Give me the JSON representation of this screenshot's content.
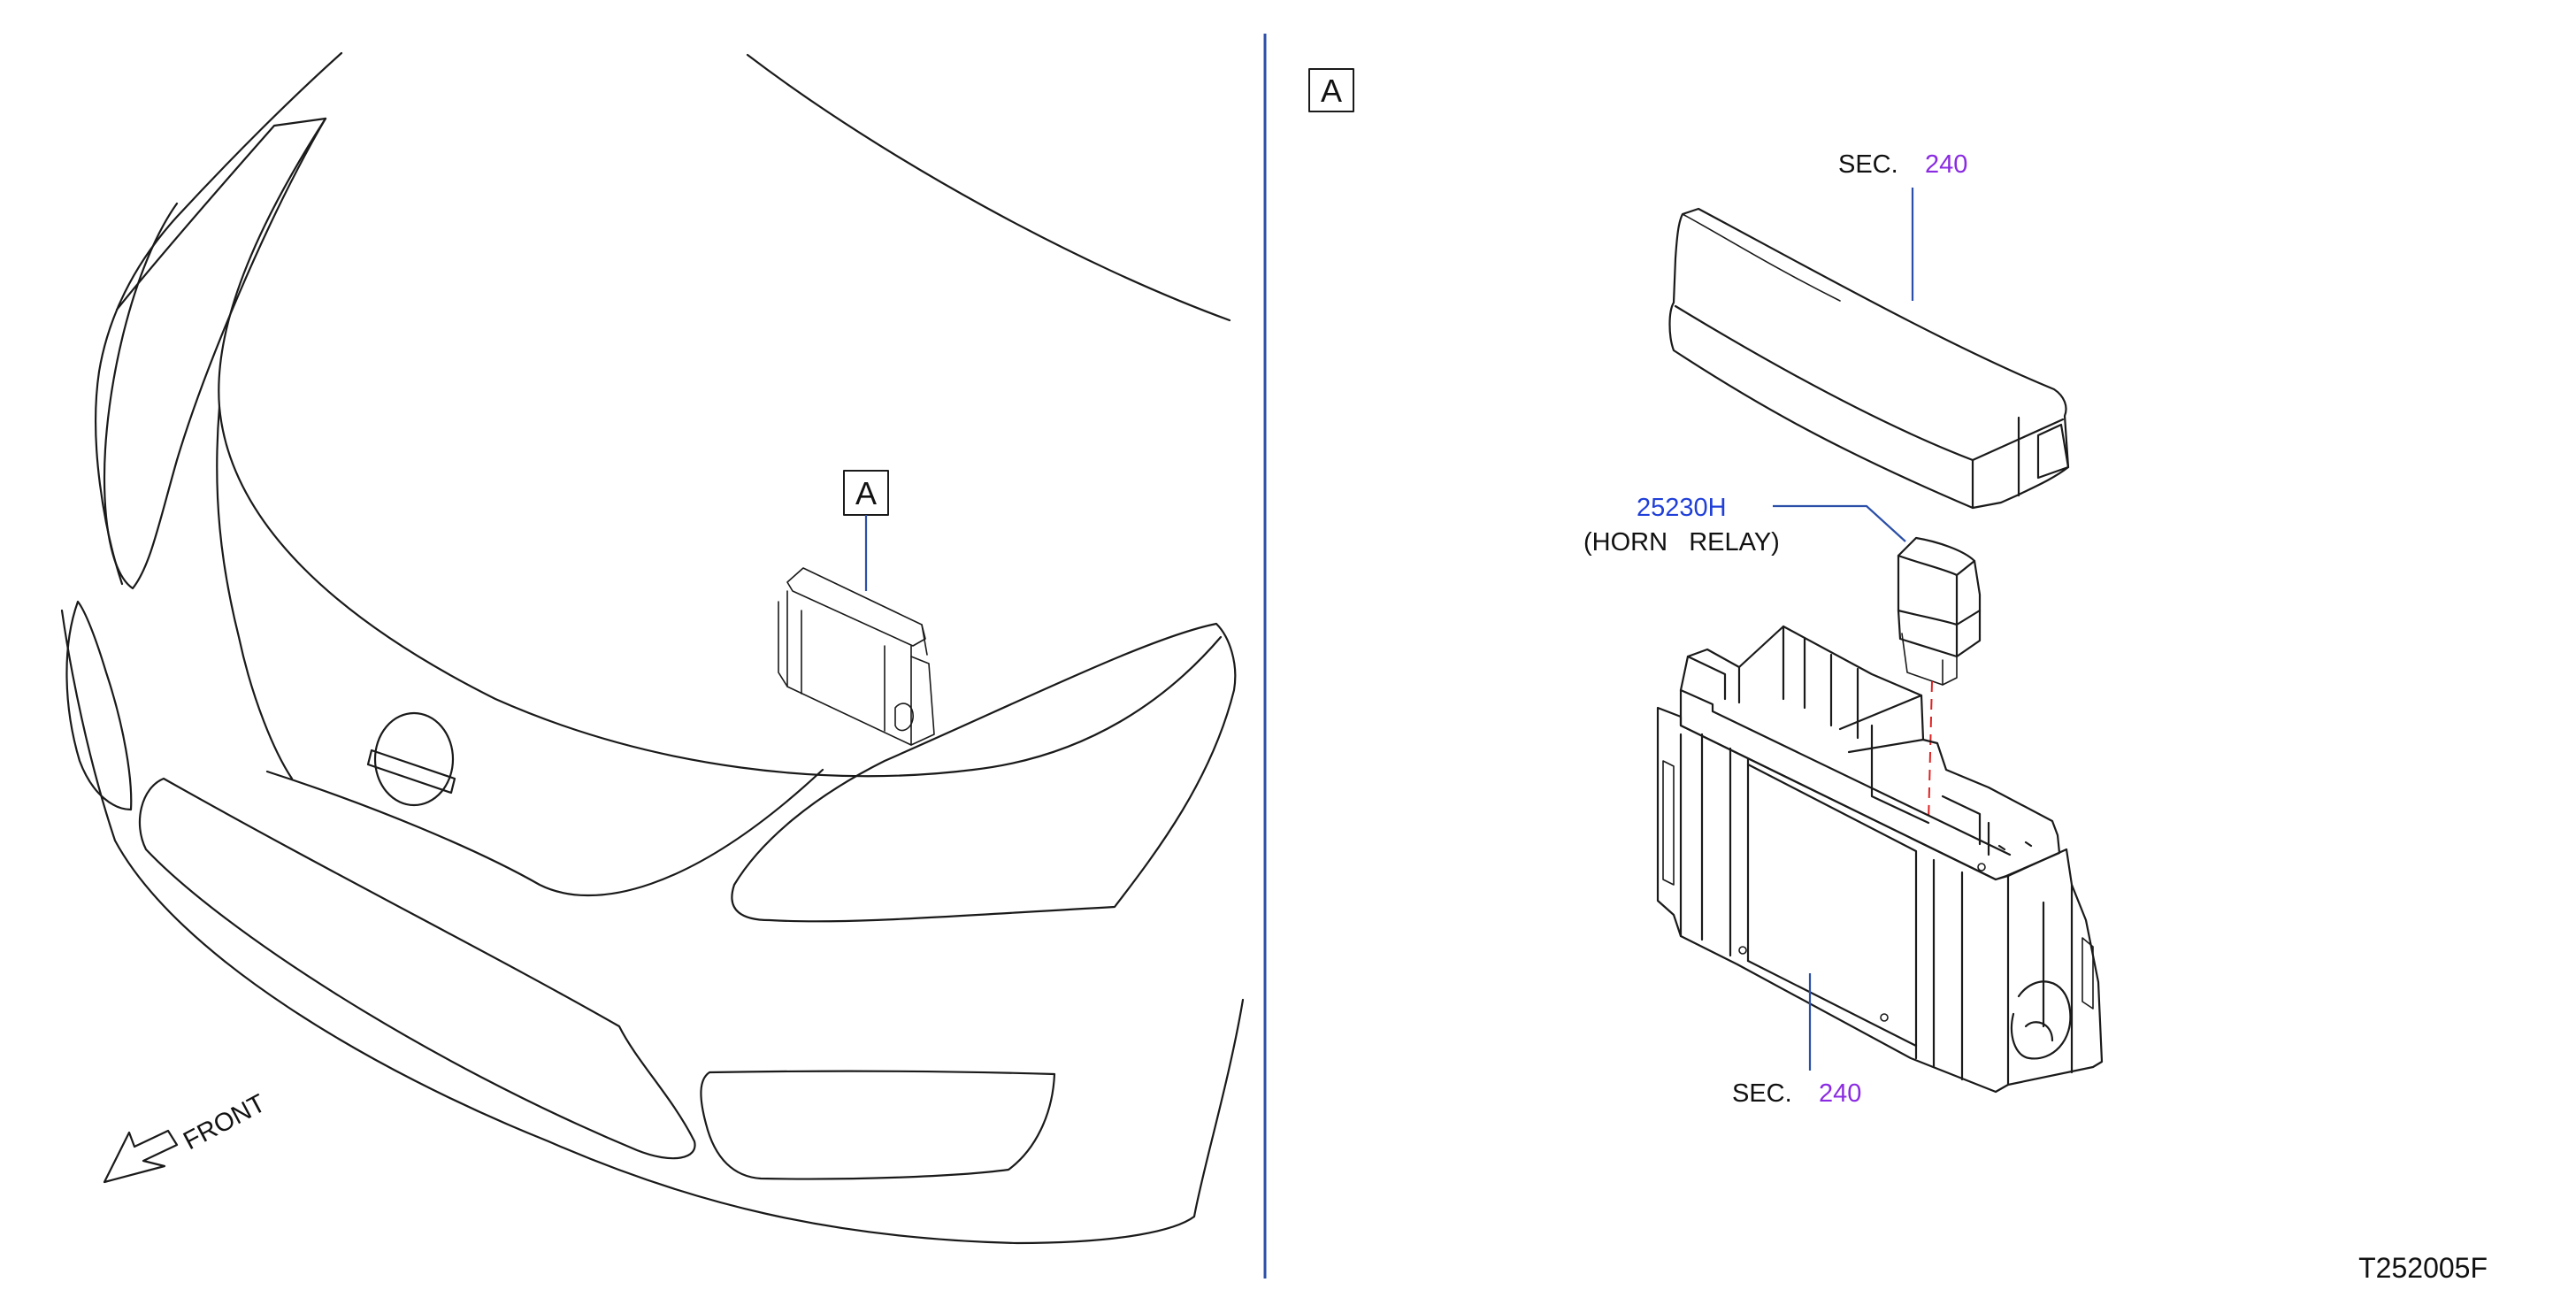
{
  "view_label": "A",
  "detail_label": "A",
  "front_label": "FRONT",
  "sec_label": "SEC.",
  "sec_top_number": "240",
  "sec_bottom_number": "240",
  "part_number": "25230H",
  "part_name": "(HORN   RELAY)",
  "figure_id": "T252005F",
  "colors": {
    "line": "#1a1a1a",
    "leader": "#2b4fa8",
    "sec_number": "#8a2be2",
    "part_number": "#1f3fd8",
    "alignment_dash": "#e02020"
  }
}
